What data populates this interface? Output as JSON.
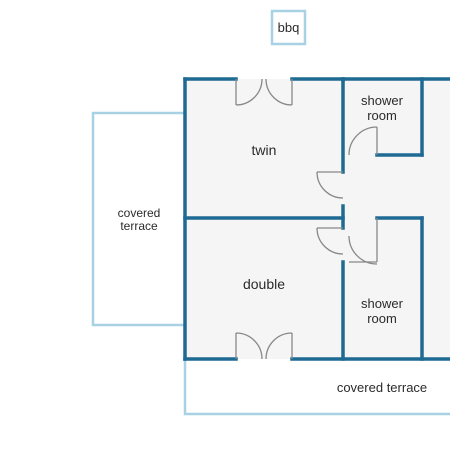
{
  "floorplan": {
    "labels": {
      "bbq": "bbq",
      "twin": "twin",
      "double": "double",
      "shower_top_1": "shower",
      "shower_top_2": "room",
      "shower_bottom_1": "shower",
      "shower_bottom_2": "room",
      "terrace_left_1": "covered",
      "terrace_left_2": "terrace",
      "terrace_bottom": "covered terrace"
    },
    "colors": {
      "wall": "#1f6a93",
      "outdoor_outline": "#a8d2e3",
      "floor": "#f5f5f5",
      "door": "#888888",
      "text": "#2b2b2b",
      "background": "#ffffff"
    }
  }
}
